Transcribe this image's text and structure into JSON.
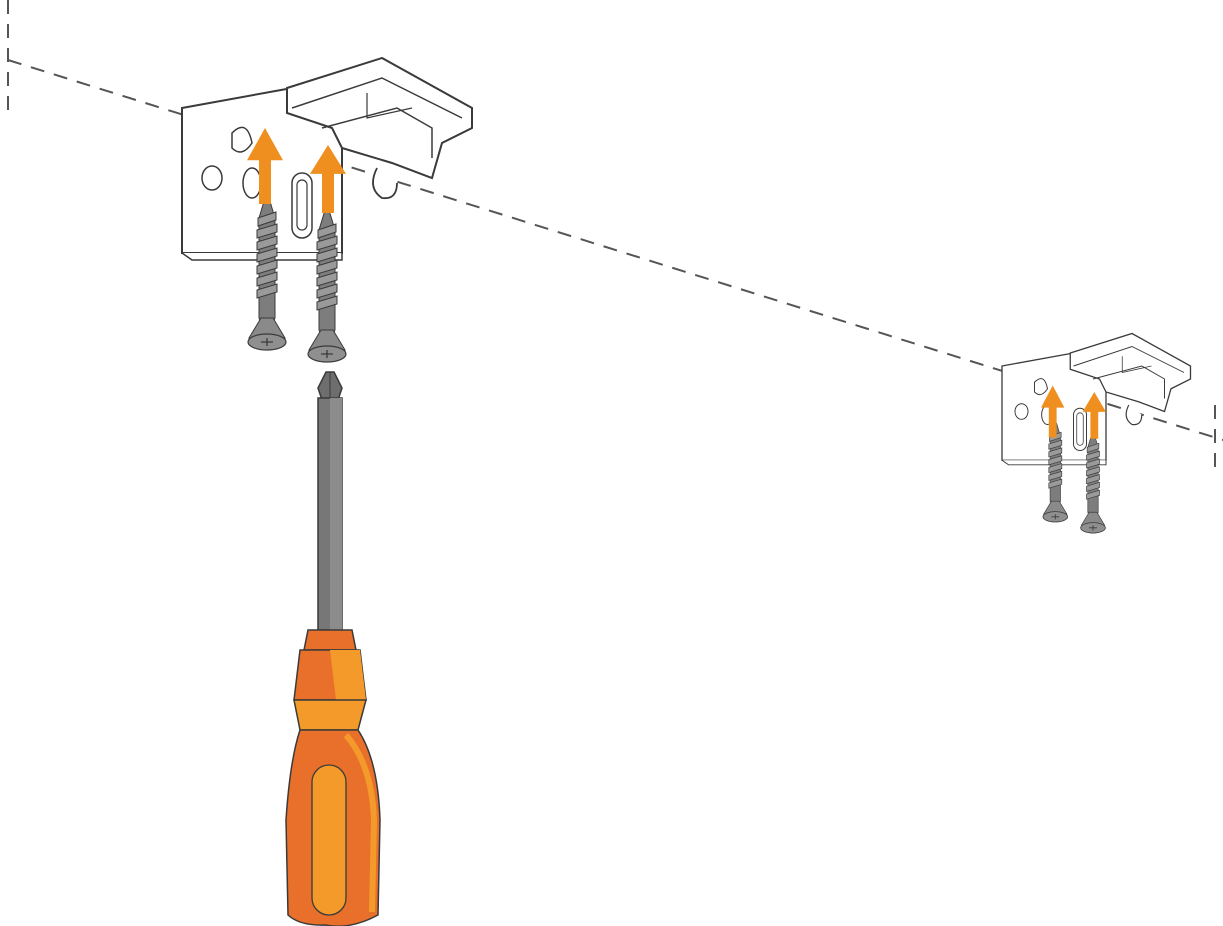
{
  "figure": {
    "type": "illustration",
    "description_labels": [],
    "colors": {
      "background": "#ffffff",
      "outline": "#3a3a3a",
      "bracket_fill": "#ffffff",
      "screw": "#7d7d7d",
      "screw_dark": "#5a5a5a",
      "arrow": "#ee8f1f",
      "handle_dark": "#e8702a",
      "handle_light": "#f39a2a",
      "shaft": "#777777",
      "guide_line": "#555555"
    },
    "icons": [
      "bracket-icon",
      "screw-icon",
      "arrow-up-icon",
      "screwdriver-icon"
    ],
    "components": {
      "brackets": 2,
      "screws_per_bracket": 2,
      "arrows_per_bracket": 2
    }
  }
}
